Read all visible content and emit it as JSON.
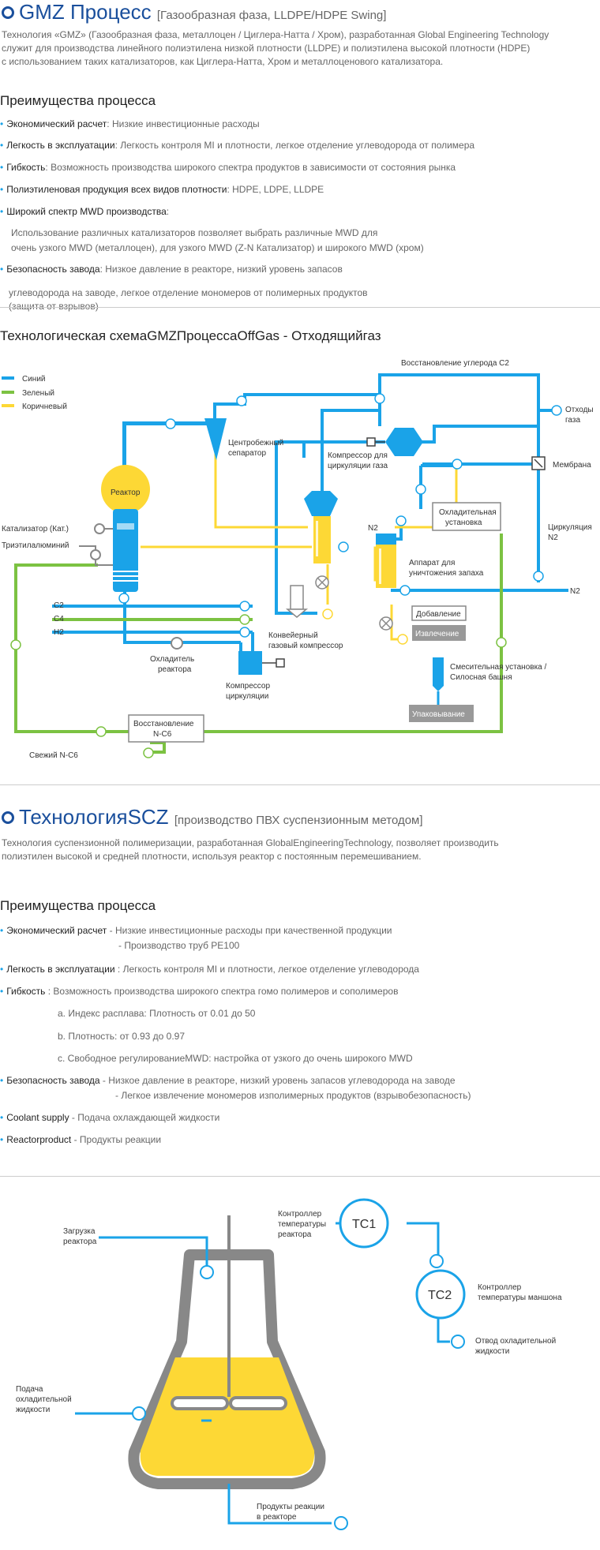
{
  "gmz": {
    "title": "GMZ Процесс",
    "subtitle": "[Газообразная фаза, LLDPE/HDPE Swing]",
    "desc": [
      "Технология «GMZ» (Газообразная фаза, металлоцен / Циглера-Натта / Хром), разработанная Global Engineering Technology",
      "служит для производства линейного полиэтилена низкой плотности (LLDPE) и полиэтилена высокой плотности (HDPE)",
      "с использованием таких катализаторов, как Циглера-Натта, Хром и металлоценового катализатора."
    ],
    "adv_title": "Преимущества процесса",
    "adv": [
      {
        "label": "Экономический расчет",
        "text": ": Низкие инвестиционные расходы"
      },
      {
        "label": "Легкость в эксплуатации",
        "text": ": Легкость контроля MI и плотности, легкое отделение углеводорода от полимера"
      },
      {
        "label": "Гибкость",
        "text": ": Возможность производства широкого спектра продуктов в зависимости от состояния рынка"
      },
      {
        "label": "Полиэтиленовая продукция всех видов плотности",
        "text": ": HDPE, LDPE, LLDPE"
      },
      {
        "label": "Широкий спектр MWD производства",
        "text": ":"
      },
      {
        "label": "Безопасность завода",
        "text": ": Низкое давление в реакторе, низкий уровень запасов"
      }
    ],
    "mwd_lines": [
      "Использование различных катализаторов позволяет выбрать различные MWD для",
      "очень узкого MWD (металлоцен), для узкого MWD (Z-N Катализатор) и широкого MWD (хром)"
    ],
    "safety_lines": [
      "углеводорода на заводе, легкое отделение мономеров от полимерных продуктов",
      "(защита от взрывов)"
    ],
    "scheme_title": "Технологическая схемаGMZПроцессаOffGas - Отходящийгаз",
    "legend": [
      "Синий",
      "Зеленый",
      "Коричневый"
    ],
    "labels": {
      "c2_recovery": "Восстановление углерода C2",
      "offgas": [
        "Отходы",
        "газа"
      ],
      "membrane": "Мембрана",
      "centrifugal": [
        "Центробежный",
        "сепаратор"
      ],
      "compressor_recycle": [
        "Компрессор для",
        "циркуляции газа"
      ],
      "cooling": [
        "Охладительная",
        "установка"
      ],
      "recycle_n2": [
        "Циркуляция",
        "N2"
      ],
      "reactor": "Реактор",
      "catalyst": "Катализатор (Кат.)",
      "teal": "Триэтилалюминий",
      "n2_top": "N2",
      "n2_right": "N2",
      "killer": [
        "Аппарат для",
        "уничтожения запаха"
      ],
      "additive": "Добавление",
      "extraction": "Извлечение",
      "c2": "C2",
      "c4": "C4",
      "h2": "H2",
      "conveyor": [
        "Конвейерный",
        "газовый компрессор"
      ],
      "blend": [
        "Смесительная установка /",
        "Силосная башня"
      ],
      "reactor_cooler": [
        "Охладитель",
        "реактора"
      ],
      "cycle_compressor": [
        "Компрессор",
        "циркуляции"
      ],
      "packing": "Упаковывание",
      "nc6_recovery": [
        "Восстановление",
        "N-C6"
      ],
      "fresh_nc6": "Свежий N-C6"
    }
  },
  "scz": {
    "title": "ТехнологияSCZ",
    "subtitle": "[производство ПВХ суспензионным методом]",
    "desc": [
      "Технология суспензионной полимеризации, разработанная GlobalEngineeringTechnology, позволяет производить",
      "полиэтилен высокой и средней плотности, используя реактор с постоянным перемешиванием."
    ],
    "adv_title": "Преимущества процесса",
    "adv1": {
      "label": "Экономический расчет",
      "text": " - Низкие инвестиционные расходы при качественной продукции"
    },
    "adv1b": "- Производство труб PE100",
    "adv2": {
      "label": "Легкость в эксплуатации",
      "text": " : Легкость контроля MI и плотности, легкое отделение углеводорода"
    },
    "adv3": {
      "label": "Гибкость",
      "text": " : Возможность производства широкого спектра гомо полимеров и сополимеров"
    },
    "sub": [
      "a. Индекс расплава: Плотность от 0.01 до 50",
      "b. Плотность: от 0.93 до 0.97",
      "c. Свободное  регулированиеMWD: настройка от узкого до очень широкого MWD"
    ],
    "adv4": {
      "label": "Безопасность завода",
      "text": " - Низкое давление в реакторе, низкий уровень запасов углеводорода на заводе"
    },
    "adv4b": "- Легкое извлечение мономеров изполимерных продуктов (взрывобезопасность)",
    "adv5": {
      "label": "Coolant supply",
      "text": " - Подача охлаждающей жидкости"
    },
    "adv6": {
      "label": "Reactorproduct",
      "text": " - Продукты реакции"
    },
    "diagram": {
      "load": [
        "Загрузка",
        "реактора"
      ],
      "tc1_label": [
        "Контроллер",
        "температуры",
        "реактора"
      ],
      "tc1": "TC1",
      "tc2": "TC2",
      "tc2_label": [
        "Контроллер",
        "температуры маншона"
      ],
      "coolant_out": [
        "Отвод охладительной",
        "жидкости"
      ],
      "coolant_in": [
        "Подача",
        "охладительной",
        "жидкости"
      ],
      "products": [
        "Продукты реакции",
        "в реакторе"
      ]
    }
  },
  "colors": {
    "blue": "#1aa3e8",
    "green": "#7cc242",
    "yellow": "#fdd835",
    "title": "#1a4f9c"
  }
}
